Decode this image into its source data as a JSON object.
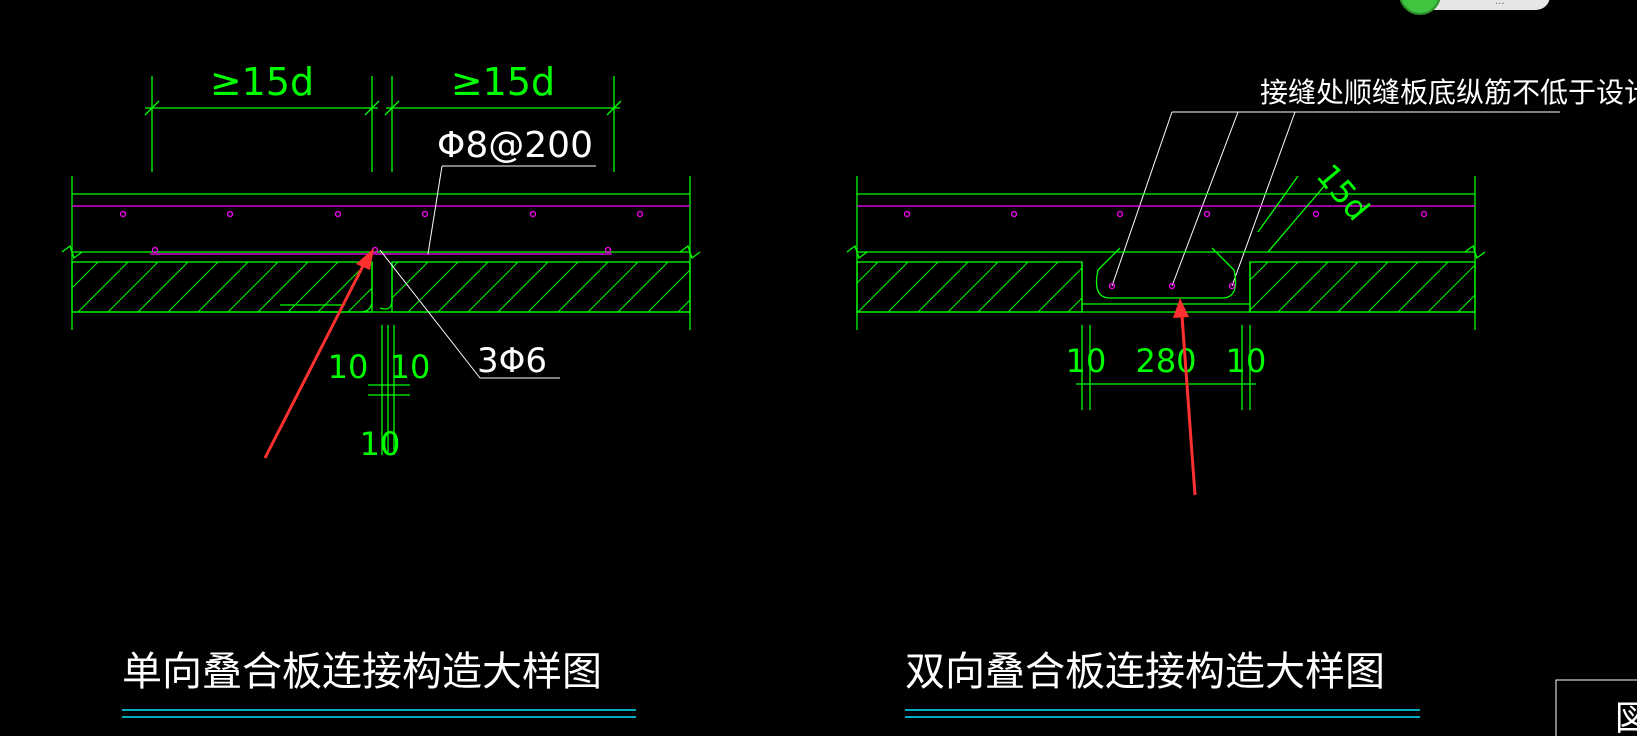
{
  "colors": {
    "background": "#000000",
    "outline": "#00ff00",
    "rebar": "#ff00ff",
    "leader": "#ffffff",
    "title_text": "#ffffff",
    "title_underline": "#00e5ff",
    "arrow": "#ff3030",
    "toggle": "#3ec43e"
  },
  "left_detail": {
    "dim_left": "≥15d",
    "dim_right": "≥15d",
    "rebar_label": "Φ8@200",
    "bar_label": "3Φ6",
    "gap_left": "10",
    "gap_right": "10",
    "gap_bottom": "10",
    "title": "单向叠合板连接构造大样图"
  },
  "right_detail": {
    "note": "接缝处顺缝板底纵筋不低于设计配筋值",
    "dim_left": "10",
    "dim_mid": "280",
    "dim_right": "10",
    "hook_dim": "15d",
    "title": "双向叠合板连接构造大样图"
  },
  "corner_fragment": {
    "text": "図"
  },
  "toggle_widget": {
    "label": "...",
    "icon": "green-toggle-icon"
  }
}
